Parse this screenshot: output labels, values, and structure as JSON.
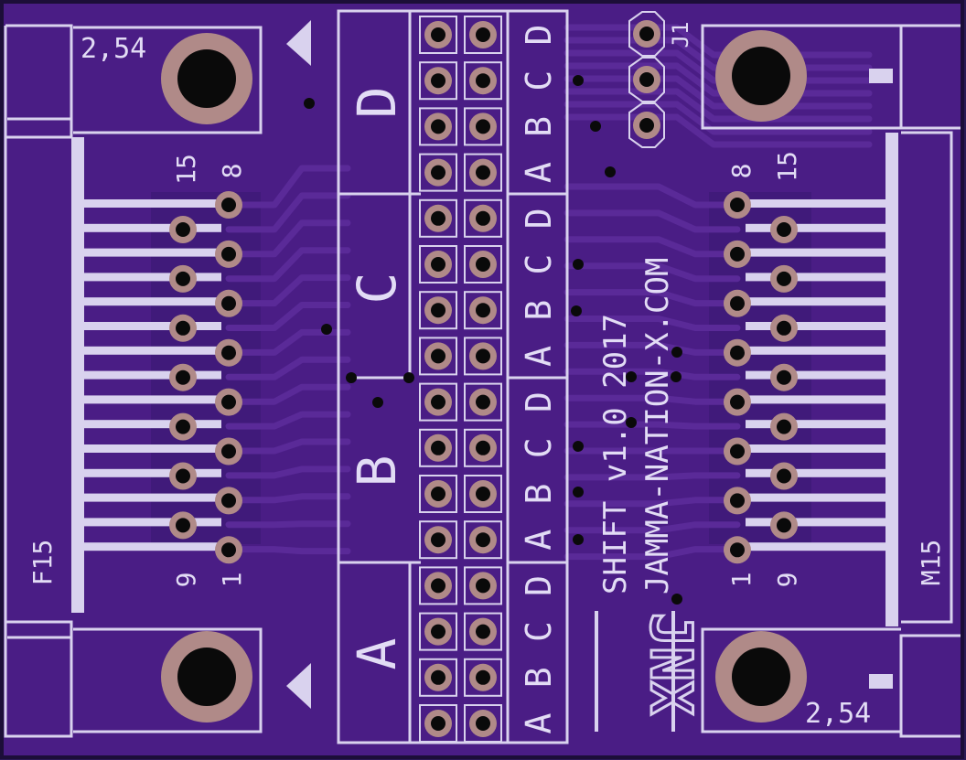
{
  "board": {
    "title": "SHIFT v1.0 2017",
    "website": "JAMMA-NATION-X.COM",
    "logo": "JNX",
    "header_label": "J1",
    "left_connector": "F15",
    "right_connector": "M15",
    "pitch_label": "2,54",
    "pin_labels": {
      "one": "1",
      "eight": "8",
      "nine": "9",
      "fifteen": "15"
    },
    "section_labels": [
      "D",
      "C",
      "B",
      "A"
    ],
    "column_labels": [
      "D",
      "C",
      "B",
      "A",
      "D",
      "C",
      "B",
      "A",
      "D",
      "C",
      "B",
      "A",
      "D",
      "C",
      "B",
      "A"
    ]
  },
  "colors": {
    "board": "#4a1d85",
    "copper_fill": "#401a7a",
    "trace": "#5a2a98",
    "silkscreen": "#d9d2ee",
    "pad": "#b08a88",
    "drill": "#0a0a0a",
    "background": "#2b1a55"
  }
}
